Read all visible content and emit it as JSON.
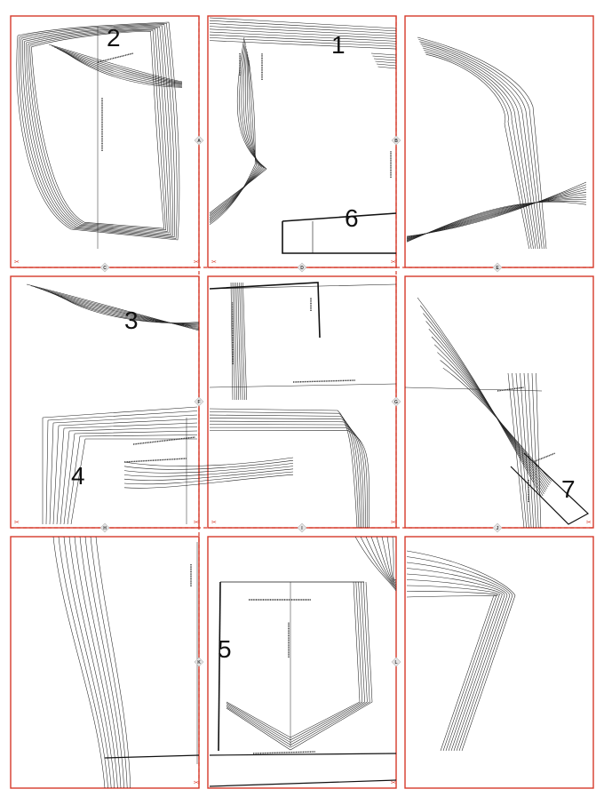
{
  "colors": {
    "frame": "#d63a2a",
    "cut_line": "#d63a2a",
    "pattern_line": "#222222",
    "background": "#ffffff"
  },
  "grid": {
    "rows": 3,
    "cols": 3
  },
  "piece_numbers": [
    {
      "id": "piece-1",
      "label": "1"
    },
    {
      "id": "piece-2",
      "label": "2"
    },
    {
      "id": "piece-3",
      "label": "3"
    },
    {
      "id": "piece-4",
      "label": "4"
    },
    {
      "id": "piece-5",
      "label": "5"
    },
    {
      "id": "piece-6",
      "label": "6"
    },
    {
      "id": "piece-7",
      "label": "7"
    }
  ],
  "alignment_marks": [
    {
      "id": "mark-A",
      "label": "A"
    },
    {
      "id": "mark-B",
      "label": "B"
    },
    {
      "id": "mark-C",
      "label": "C"
    },
    {
      "id": "mark-D",
      "label": "D"
    },
    {
      "id": "mark-E",
      "label": "E"
    },
    {
      "id": "mark-F",
      "label": "F"
    },
    {
      "id": "mark-G",
      "label": "G"
    },
    {
      "id": "mark-H",
      "label": "H"
    },
    {
      "id": "mark-I",
      "label": "I"
    },
    {
      "id": "mark-J",
      "label": "J"
    },
    {
      "id": "mark-K",
      "label": "K"
    },
    {
      "id": "mark-L",
      "label": "L"
    }
  ],
  "icons": {
    "scissors": "scissors-icon",
    "alignment": "diamond-icon"
  }
}
